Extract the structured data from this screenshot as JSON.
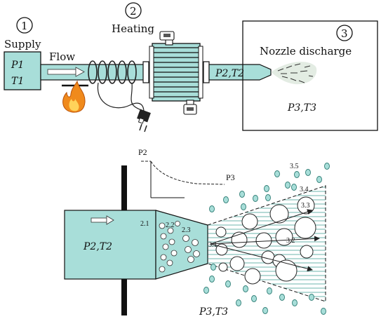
{
  "top": {
    "stage1": {
      "number": "1",
      "label": "Supply",
      "p": "P1",
      "t": "T1"
    },
    "flow": "Flow",
    "stage2": {
      "number": "2",
      "label": "Heating",
      "pt": "P2,T2"
    },
    "stage3": {
      "number": "3",
      "label": "Nozzle discharge",
      "pt": "P3,T3"
    }
  },
  "bottom": {
    "p2": "P2",
    "p3": "P3",
    "inlet_pt": "P2,T2",
    "outlet_pt": "P3,T3",
    "regions": [
      "2.1",
      "2.2",
      "2.3",
      "3.1",
      "3.2",
      "3.3",
      "3.4",
      "3.5"
    ]
  },
  "colors": {
    "pipe_fill": "#a8ded9",
    "nozzle_fill": "#a8ded9",
    "droplet_fill": "#a8ded9",
    "stroke": "#1a1a1a",
    "flame": "#f08a1c"
  }
}
